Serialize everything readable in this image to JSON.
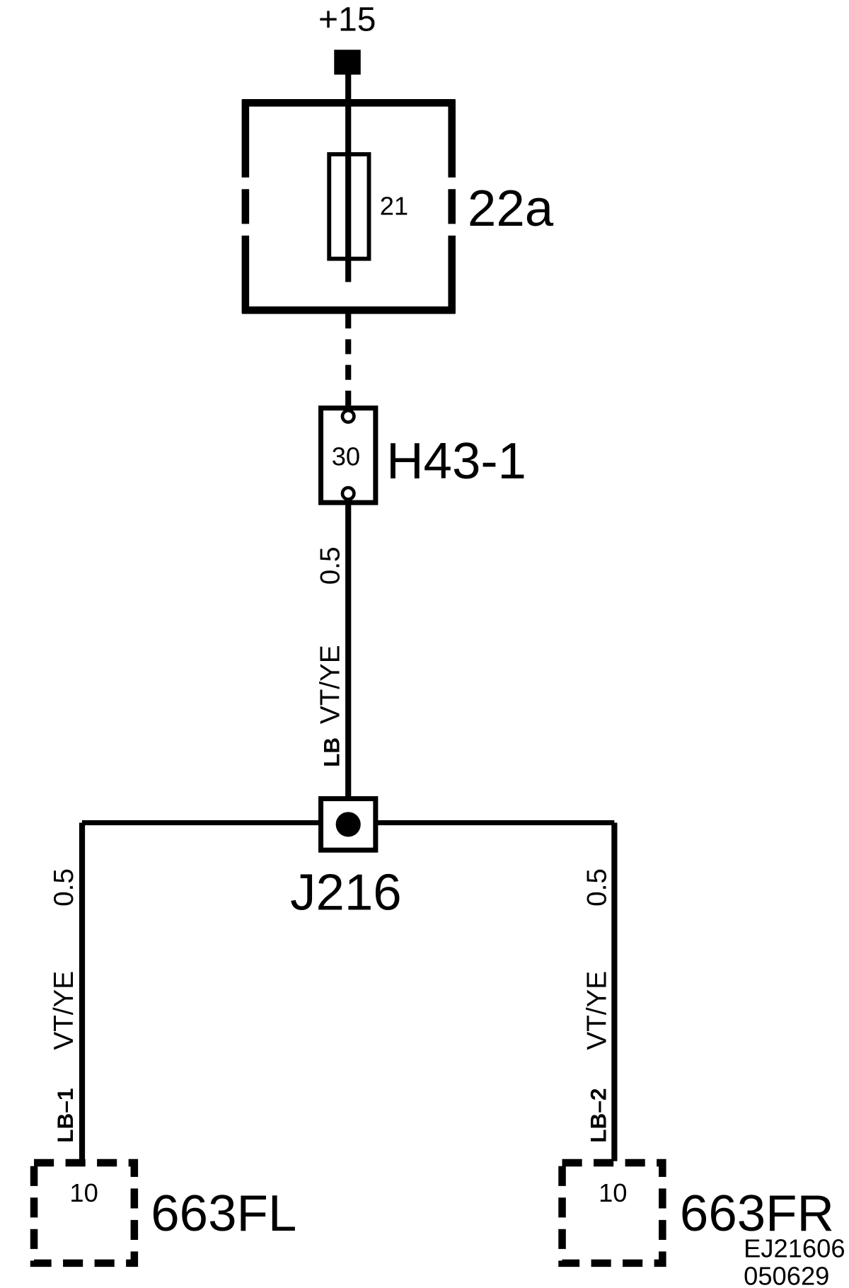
{
  "supply": {
    "label": "+15"
  },
  "fuse_block": {
    "label": "22a",
    "fuse_number": "21"
  },
  "connector": {
    "label": "H43-1",
    "pin": "30"
  },
  "harness_top": {
    "code": "LB",
    "color": "VT/YE",
    "size": "0.5"
  },
  "splice": {
    "label": "J216"
  },
  "harness_left": {
    "code": "LB–1",
    "color": "VT/YE",
    "size": "0.5"
  },
  "harness_right": {
    "code": "LB–2",
    "color": "VT/YE",
    "size": "0.5"
  },
  "component_left": {
    "label": "663FL",
    "pin": "10"
  },
  "component_right": {
    "label": "663FR",
    "pin": "10"
  },
  "drawing_id": "EJ21606",
  "drawing_date": "050629"
}
